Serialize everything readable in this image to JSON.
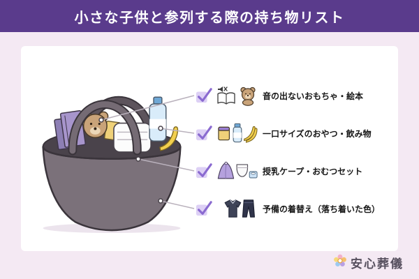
{
  "header": {
    "title": "小さな子供と参列する際の持ち物リスト"
  },
  "checklist": {
    "items": [
      {
        "label": "音の出ないおもちゃ・絵本",
        "icon": "muted-book-and-teddy-bear-icon"
      },
      {
        "label": "一口サイズのおやつ・飲み物",
        "icon": "snack-bottle-banana-icon"
      },
      {
        "label": "授乳ケープ・おむつセット",
        "icon": "nursing-cape-diaper-wipes-icon"
      },
      {
        "label": "予備の着替え（落ち着いた色）",
        "icon": "shirt-and-pants-icon"
      }
    ],
    "checkbox_state": "checked"
  },
  "illustration": {
    "name": "tote-bag-with-items",
    "contents": [
      "picture-books",
      "teddy-bear",
      "snack-pack",
      "white-blanket",
      "water-bottle",
      "banana"
    ]
  },
  "logo": {
    "text": "安心葬儀",
    "icon": "flower-logo-icon"
  },
  "colors": {
    "header_background": "#5a3b8c",
    "page_background": "#f4e9f3",
    "card_background": "#ffffff",
    "checkbox_fill": "#ddd0f5",
    "checkmark": "#8a6ad0",
    "bag_body": "#7b717a",
    "text": "#161616",
    "logo_text": "#57505f"
  }
}
